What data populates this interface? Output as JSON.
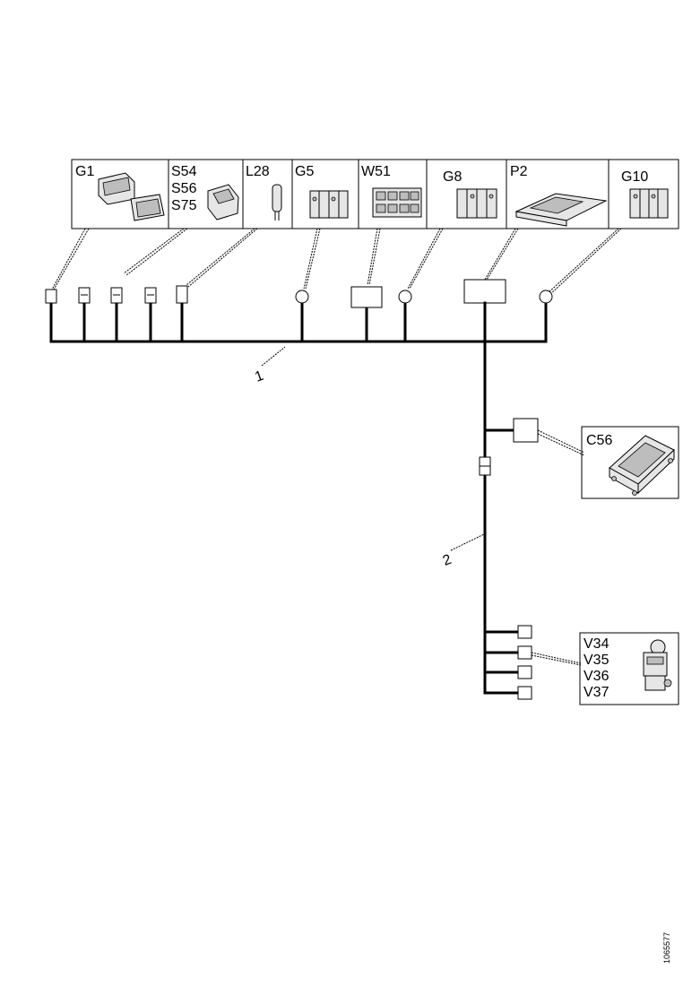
{
  "components": {
    "g1": "G1",
    "s54": "S54",
    "s56": "S56",
    "s75": "S75",
    "l28": "L28",
    "g5": "G5",
    "w51": "W51",
    "g8": "G8",
    "p2": "P2",
    "g10": "G10",
    "c56": "C56",
    "v34": "V34",
    "v35": "V35",
    "v36": "V36",
    "v37": "V37"
  },
  "harness": {
    "main": "1",
    "branch": "2"
  },
  "drawing_number": "1065577",
  "icons": [
    "connector-icon",
    "switch-icon",
    "lamp-icon",
    "relay-icon",
    "fuse-panel-icon",
    "control-unit-icon",
    "valve-icon"
  ]
}
